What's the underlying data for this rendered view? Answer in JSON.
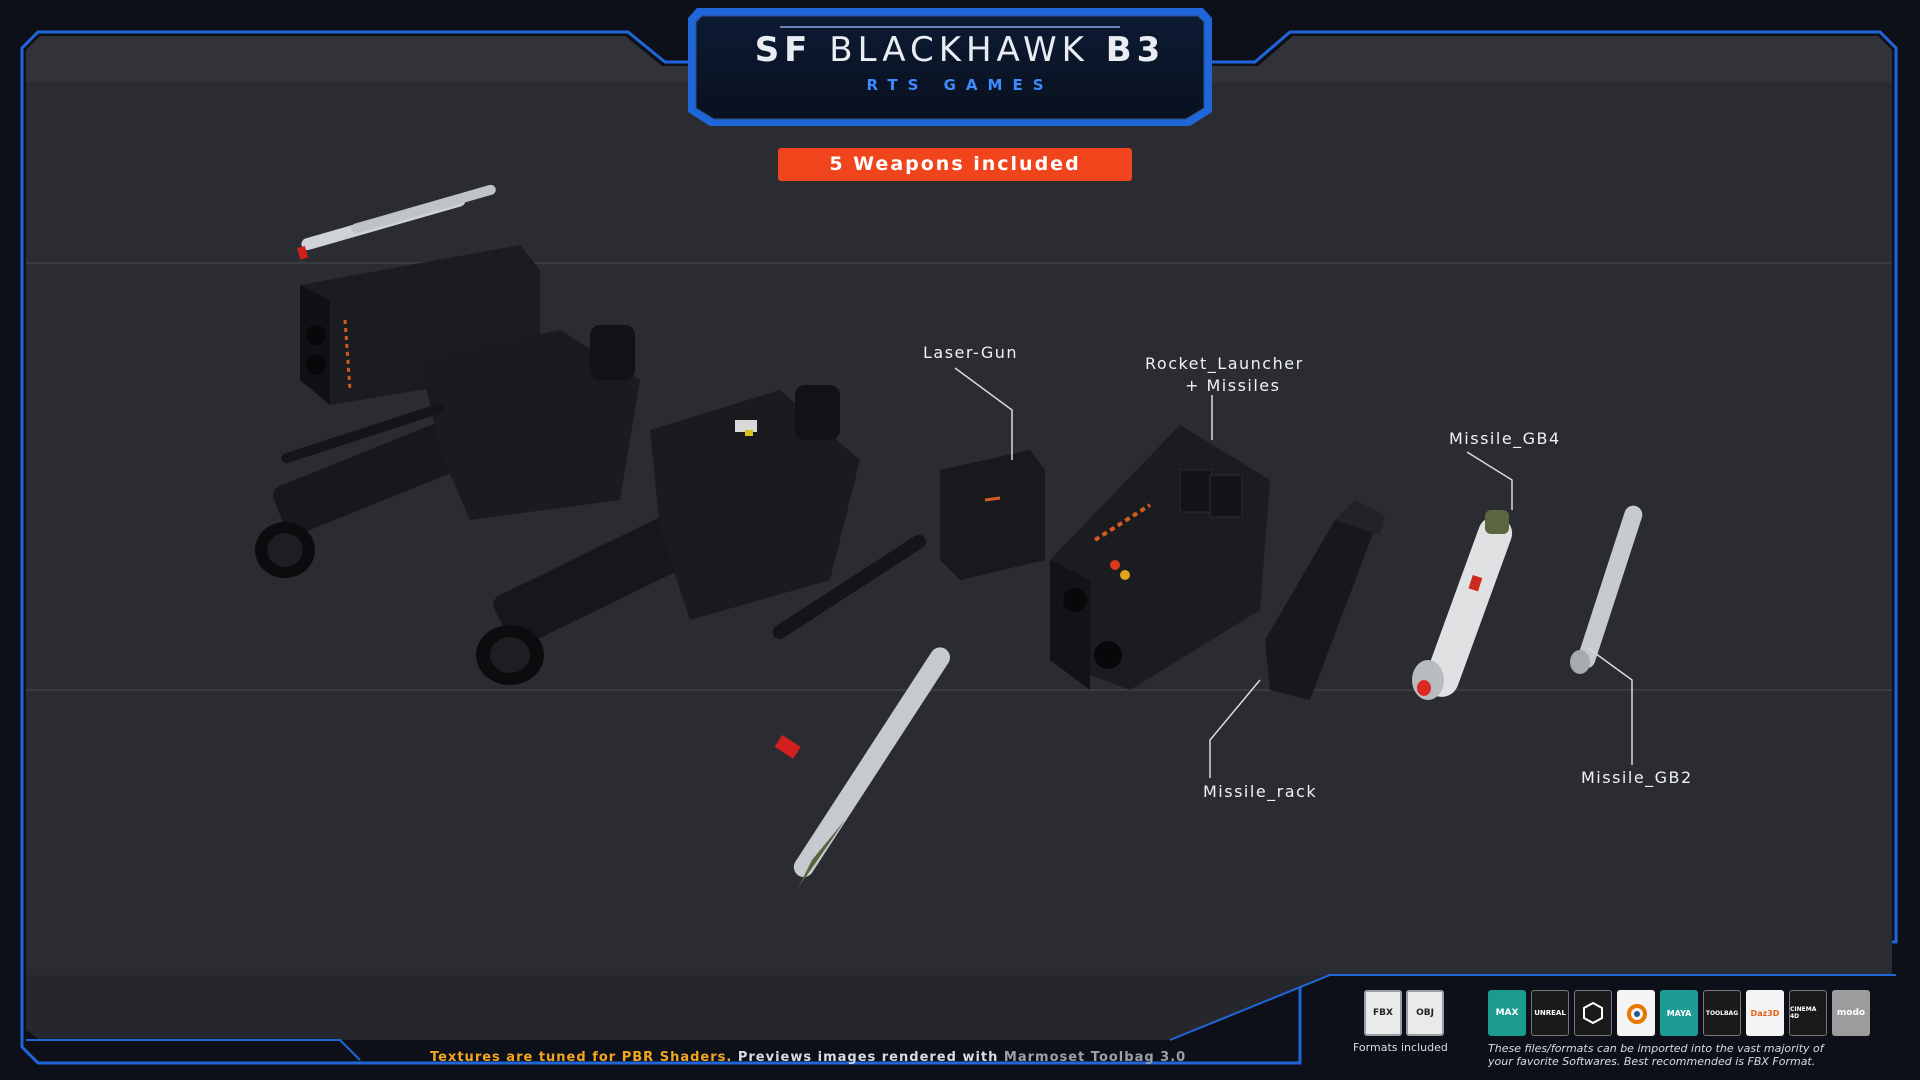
{
  "header": {
    "title_a": "SF",
    "title_b": "BLACKHAWK",
    "title_c": "B3",
    "subtitle": "RTS GAMES"
  },
  "badge": "5 Weapons included",
  "labels": {
    "laser_gun": "Laser-Gun",
    "rocket_launcher": "Rocket_Launcher",
    "rocket_launcher_2": "+ Missiles",
    "missile_gb4": "Missile_GB4",
    "missile_rack": "Missile_rack",
    "missile_gb2": "Missile_GB2"
  },
  "footer": {
    "part1": "Textures are tuned for PBR Shaders.",
    "part2": " Previews images rendered with ",
    "part3": "Marmoset Toolbag 3.0",
    "formats_caption": "Formats included",
    "software_caption_1": "These files/formats can be imported into the vast majority of",
    "software_caption_2": "your favorite Softwares. Best recommended is FBX Format."
  },
  "formats": [
    {
      "icon": "fbx-icon",
      "label": "FBX"
    },
    {
      "icon": "obj-icon",
      "label": "OBJ"
    }
  ],
  "software": [
    {
      "icon": "3dsmax-icon",
      "label": "MAX",
      "color": "#1b9b8f"
    },
    {
      "icon": "unreal-icon",
      "label": "UNREAL",
      "color": "#1a1a1a"
    },
    {
      "icon": "unity-icon",
      "label": "",
      "color": "#1a1a1a"
    },
    {
      "icon": "blender-icon",
      "label": "",
      "color": "#f4f4f4"
    },
    {
      "icon": "maya-icon",
      "label": "MAYA",
      "color": "#1c9c94"
    },
    {
      "icon": "substance-icon",
      "label": "TOOLBAG",
      "color": "#1a1a1a"
    },
    {
      "icon": "daz3d-icon",
      "label": "Daz3D",
      "color": "#f4f4f4"
    },
    {
      "icon": "cinema4d-icon",
      "label": "CINEMA 4D",
      "color": "#1a1a1a"
    },
    {
      "icon": "modo-icon",
      "label": "modo",
      "color": "#9c9c9c"
    }
  ],
  "colors": {
    "accent_blue": "#1f66d8",
    "badge_orange": "#f0441c",
    "panel": "#2b2c31"
  }
}
